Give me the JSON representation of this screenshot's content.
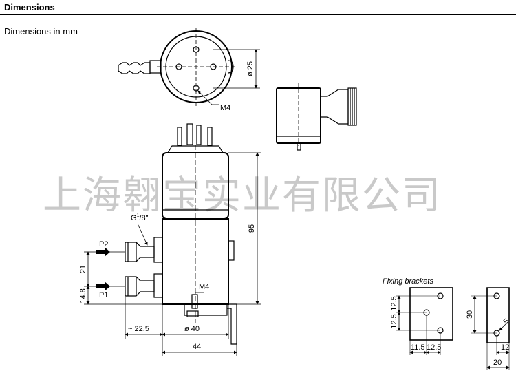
{
  "header": {
    "title": "Dimensions",
    "subtitle": "Dimensions in mm"
  },
  "watermark": "上海翱宝实业有限公司",
  "labels": {
    "top_diameter": "ø 25",
    "thread_top": "M4",
    "thread_fitting": "G",
    "thread_fitting_sup": "1",
    "thread_fitting_rest": "/8\"",
    "port_p2": "P2",
    "port_p1": "P1",
    "dim_21": "21",
    "dim_14_8": "14.8",
    "thread_bottom": "M4",
    "dim_95": "95",
    "dim_22_5": "~ 22.5",
    "dim_40": "ø 40",
    "dim_44": "44",
    "brackets_title": "Fixing brackets",
    "br_12_5_a": "12.5",
    "br_12_5_b": "12.5",
    "br_11_5": "11.5",
    "br_12_5_c": "12.5",
    "br_30": "30",
    "br_5": "5",
    "br_12": "12",
    "br_20": "20"
  }
}
